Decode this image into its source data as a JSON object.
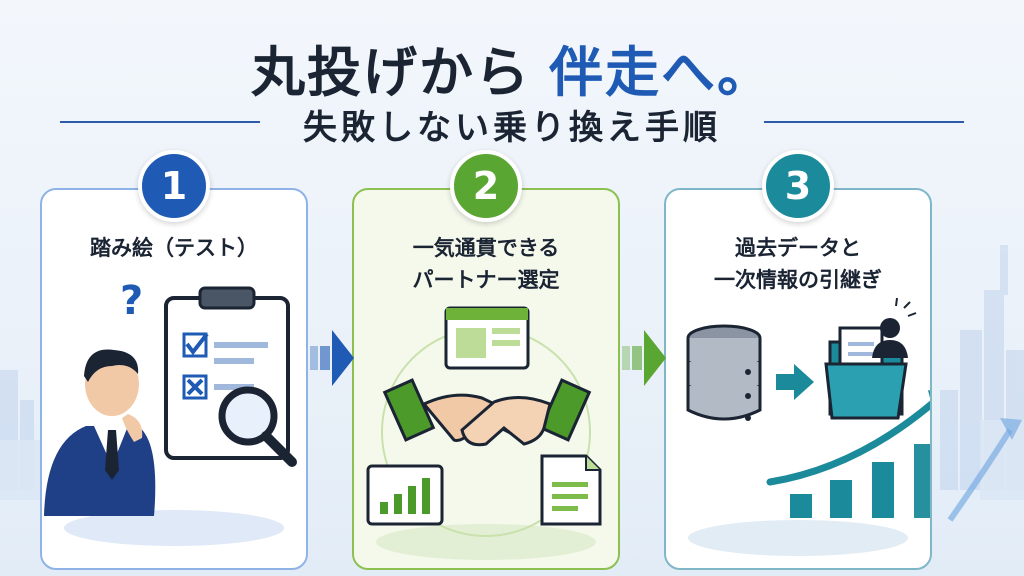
{
  "title": {
    "main": "丸投げから",
    "accent": "伴走へ。"
  },
  "subtitle": "失敗しない乗り換え手順",
  "steps": [
    {
      "number": "1",
      "title_lines": [
        "踏み絵（テスト）"
      ]
    },
    {
      "number": "2",
      "title_lines": [
        "一気通貫できる",
        "パートナー選定"
      ]
    },
    {
      "number": "3",
      "title_lines": [
        "過去データと",
        "一次情報の引継ぎ"
      ]
    }
  ],
  "icons": {
    "question_mark": "?"
  },
  "colors": {
    "title_text": "#1b2433",
    "accent_blue": "#1f5bb5",
    "step1_blue": "#1f5bb5",
    "step2_green": "#5aa632",
    "step3_teal": "#1b8a9a",
    "card_border_blue": "#8fb3e6",
    "card_border_green": "#8cc152",
    "card_border_teal": "#7fb7c9"
  }
}
